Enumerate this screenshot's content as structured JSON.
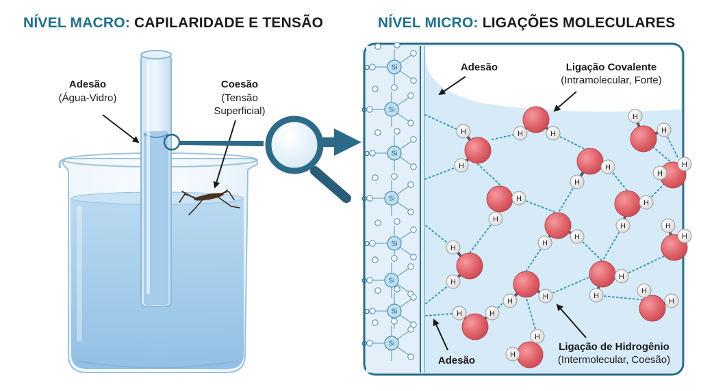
{
  "headings": {
    "macro": {
      "accent": "NÍVEL MACRO:",
      "rest": " CAPILARIDADE E TENSÃO"
    },
    "micro": {
      "accent": "NÍVEL MICRO:",
      "rest": " LIGAÇÕES MOLECULARES"
    }
  },
  "macro_labels": {
    "adhesion_title": "Adesão",
    "adhesion_detail": "(Água-Vidro)",
    "cohesion_title": "Coesão",
    "cohesion_detail_1": "(Tensão",
    "cohesion_detail_2": "Superficial)"
  },
  "micro_labels": {
    "adhesion_top": "Adesão",
    "adhesion_bottom": "Adesão",
    "covalent_title": "Ligação Covalente",
    "covalent_detail": "(Intramolecular, Forte)",
    "hydrogen_title": "Ligação de Hidrogênio",
    "hydrogen_detail": "(Intermolecular, Coesão)"
  },
  "atoms": {
    "hydrogen": "H",
    "silicon": "Si",
    "oxygen": "O"
  },
  "colors": {
    "accent": "#1f6f8b",
    "water": "#a9cdea",
    "oxygen_atom": "#e06068",
    "hydrogen_atom": "#f2f2f2",
    "panel_border": "#2c6a88",
    "hydrogen_bond": "#3a9bb0"
  },
  "icons": [
    "magnifier-icon",
    "arrow-right-icon",
    "water-strider-icon"
  ]
}
